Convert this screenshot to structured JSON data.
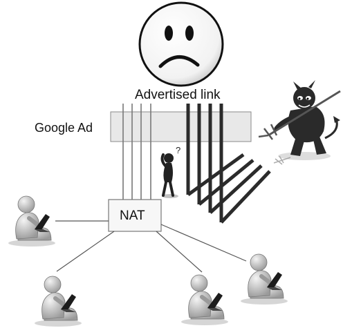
{
  "labels": {
    "advertised_link": "Advertised link",
    "google_ad": "Google Ad",
    "nat": "NAT",
    "question": "?"
  },
  "icons": {
    "sad_face": "sad-face-icon",
    "devil": "devil-with-trident-icon",
    "confused_person": "confused-person-icon",
    "laptop_user": "laptop-user-icon"
  },
  "colors": {
    "box_fill": "#e8e8e8",
    "box_stroke": "#8a8a8a",
    "thin_line": "#777777",
    "thick_line": "#2b2b2b",
    "figure_fill": "#d0d0d0",
    "devil_fill": "#2a2a2a"
  }
}
